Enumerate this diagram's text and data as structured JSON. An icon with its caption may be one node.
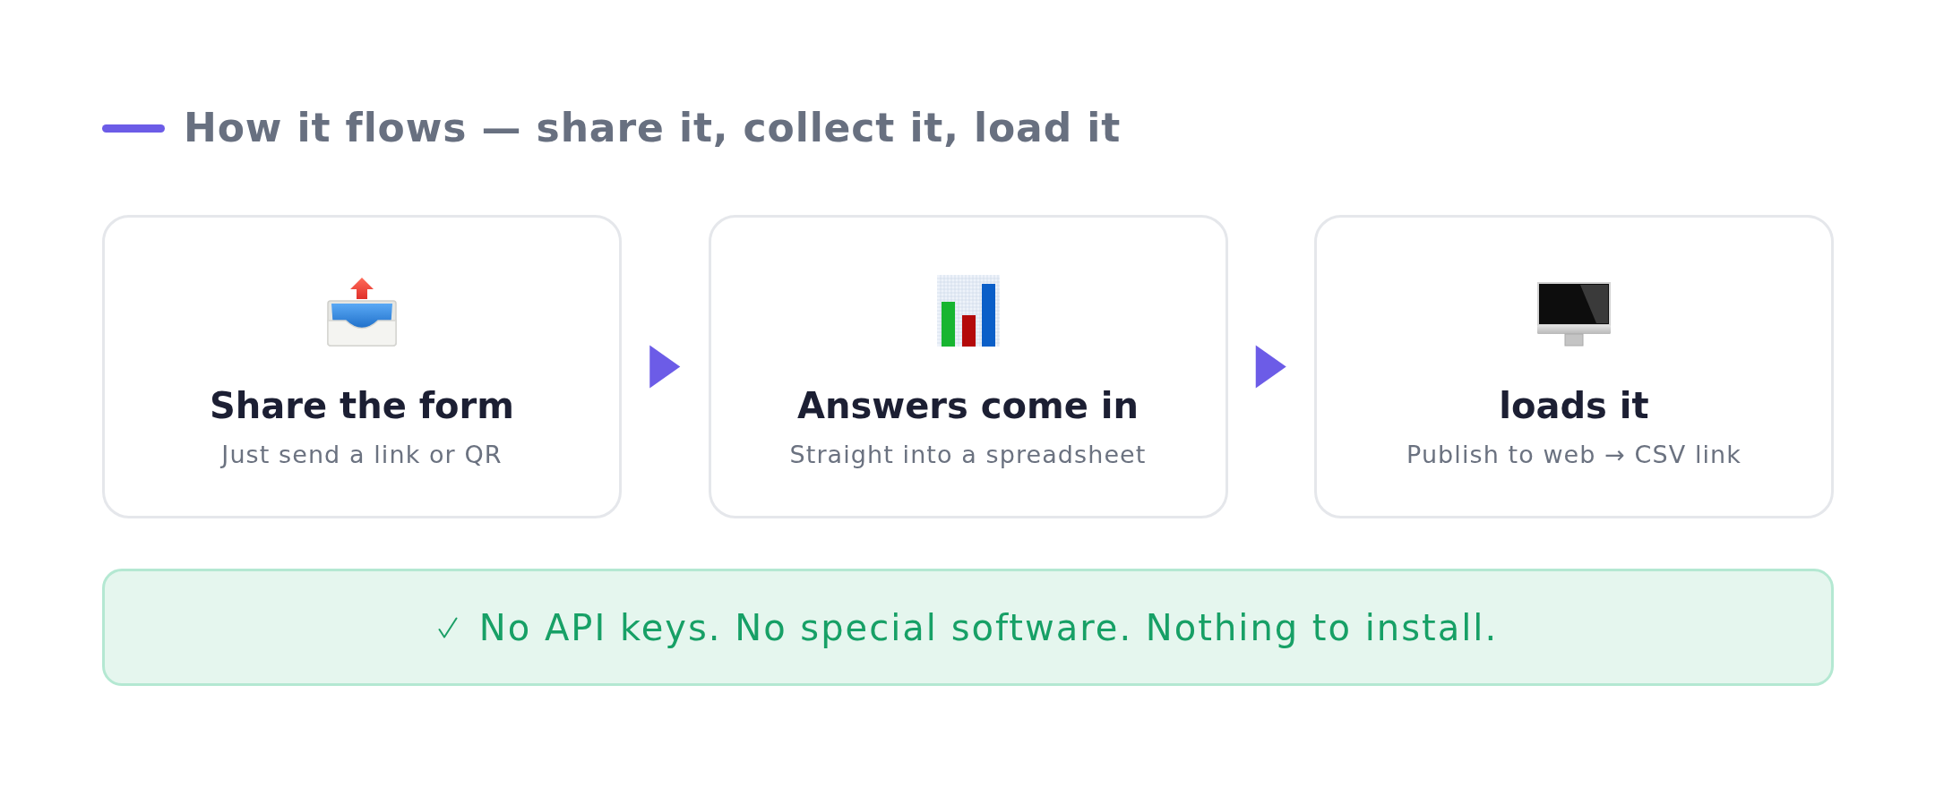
{
  "diagram": {
    "title": "How it flows — share it, collect it, load it",
    "nodes": [
      {
        "text": [
          "Share the form",
          "Just send a link or QR"
        ]
      },
      {
        "text": [
          "Answers come in",
          "Straight into a spreadsheet"
        ]
      },
      {
        "text": [
          "loads it",
          "Publish to web → CSV link"
        ]
      },
      {
        "text": [
          "No API keys. No special software. Nothing to install."
        ]
      }
    ],
    "edges": [
      {
        "from": 0,
        "to": 1,
        "arrow": "to"
      },
      {
        "from": 1,
        "to": 2,
        "arrow": "to"
      }
    ]
  }
}
